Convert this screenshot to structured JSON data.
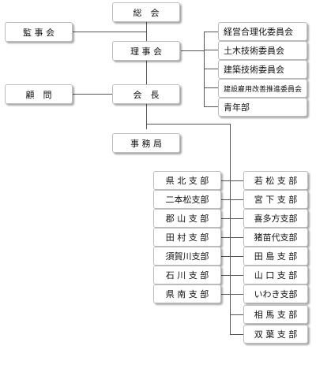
{
  "top": {
    "general_assembly": "総　会",
    "auditors": "監 事 会",
    "board": "理 事 会",
    "advisors": "顧　問",
    "chairman": "会　長",
    "secretariat": "事 務 局"
  },
  "committees": [
    "経営合理化委員会",
    "土木技術委員会",
    "建築技術委員会",
    "建設雇用改善推進委員会",
    "青年部"
  ],
  "branches_left": [
    "県 北 支 部",
    "二本松支部",
    "郡 山 支 部",
    "田 村 支 部",
    "須賀川支部",
    "石 川 支 部",
    "県 南 支 部"
  ],
  "branches_right": [
    "若 松 支 部",
    "宮 下 支 部",
    "喜多方支部",
    "猪苗代支部",
    "田 島 支 部",
    "山 口 支 部",
    "いわき支部",
    "相 馬 支 部",
    "双 葉 支 部"
  ]
}
